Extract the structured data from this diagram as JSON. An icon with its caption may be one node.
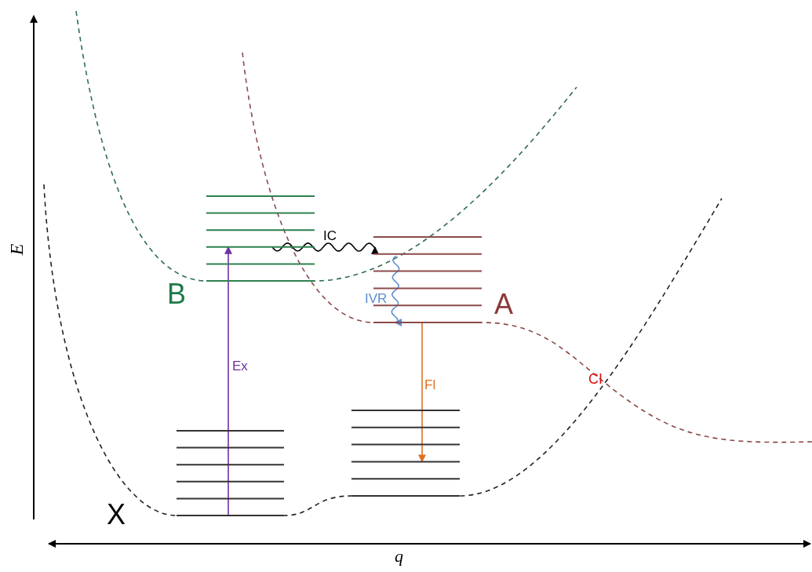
{
  "diagram": {
    "nodes": [
      {
        "text": [],
        "shape": "bar",
        "beside": [
          "X"
        ]
      },
      {
        "text": [],
        "shape": "bar",
        "beside": [
          "B"
        ]
      },
      {
        "text": [],
        "shape": "bar",
        "beside": [
          "A"
        ]
      },
      {
        "text": [],
        "shape": "bar"
      }
    ],
    "edges": [
      {
        "from": 0,
        "to": 1,
        "arrow": "to",
        "label": "Ex",
        "color": "#7030a0"
      },
      {
        "from": 1,
        "to": 2,
        "arrow": "to",
        "label": "IC",
        "color": "#000000"
      },
      {
        "from": 2,
        "to": 2,
        "arrow": "to",
        "label": "IVR",
        "color": "#5b8fd0"
      },
      {
        "from": 2,
        "to": 3,
        "arrow": "to",
        "label": "Fl",
        "color": "#e07020"
      }
    ],
    "labels": [
      "E",
      "CI",
      "q"
    ]
  }
}
